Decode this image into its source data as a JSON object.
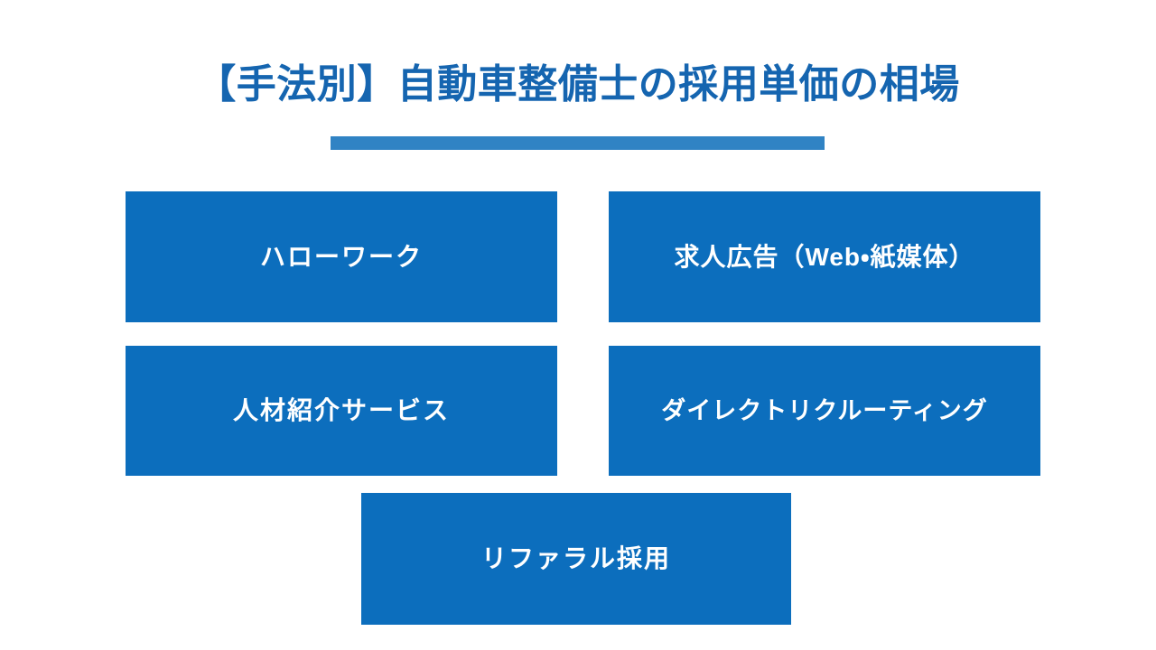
{
  "slide": {
    "background_color": "#ffffff",
    "title": "【手法別】自動車整備士の採用単価の相場",
    "title_color": "#1565b0",
    "underline_color": "#3083c4",
    "box_fill_color": "#0c6ebd",
    "box_text_color": "#ffffff",
    "boxes": [
      {
        "label": "ハローワーク"
      },
      {
        "label": "求人広告（Web・紙媒体）"
      },
      {
        "label": "人材紹介サービス"
      },
      {
        "label": "ダイレクトリクルーティング"
      },
      {
        "label": "リファラル採用"
      }
    ]
  }
}
